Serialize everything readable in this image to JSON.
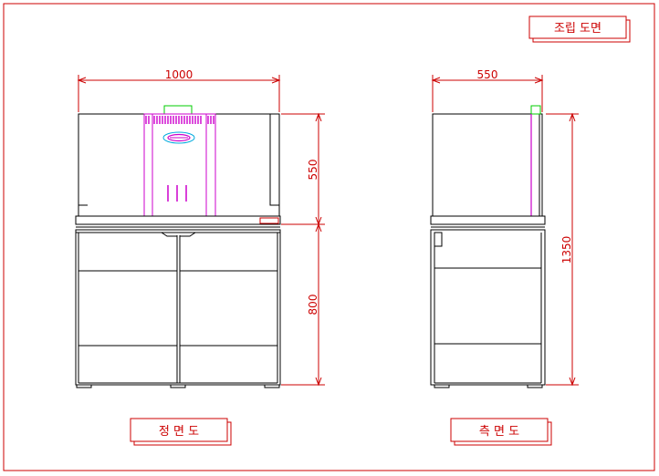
{
  "title_box": {
    "label": "조립 도면"
  },
  "front_view": {
    "caption": "정 면 도",
    "width_dim": "1000",
    "upper_dim": "550",
    "lower_dim": "800"
  },
  "side_view": {
    "caption": "측 면 도",
    "width_dim": "550",
    "total_dim": "1350"
  },
  "colors": {
    "frame": "#cc0000",
    "outline": "#000000",
    "accent": "#cc00cc",
    "green": "#00cc00",
    "cyan": "#00aadd"
  }
}
